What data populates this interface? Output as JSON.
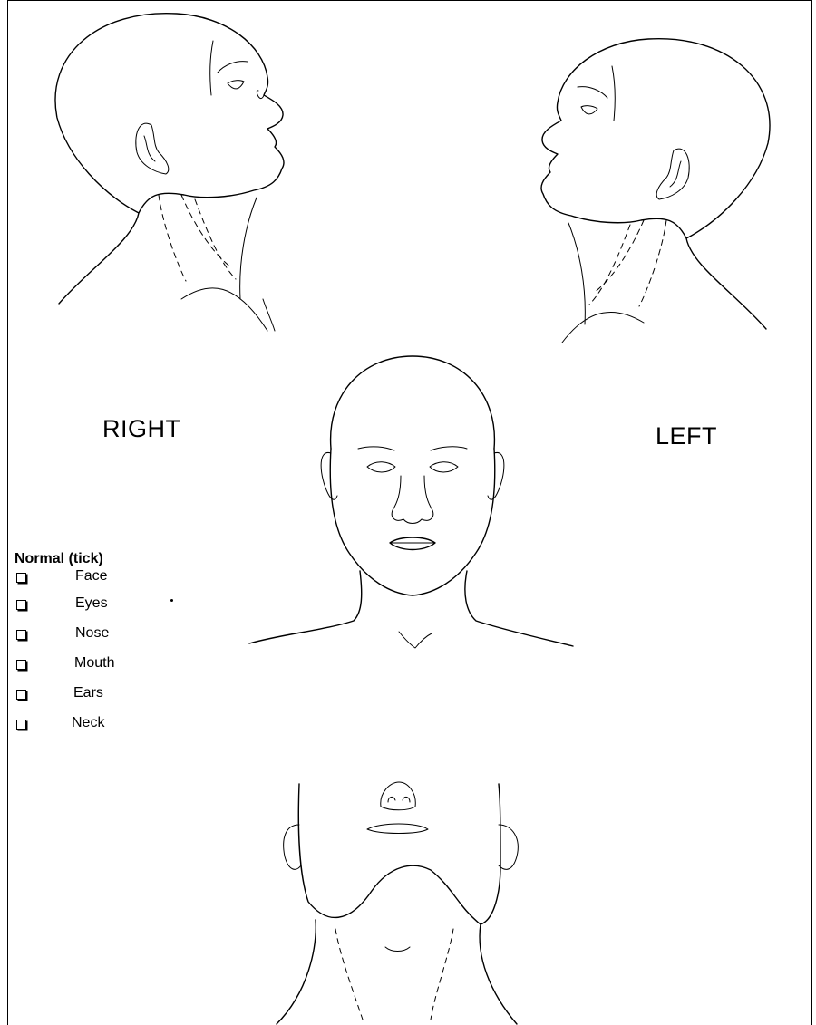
{
  "labels": {
    "right": "RIGHT",
    "left": "LEFT"
  },
  "checklist": {
    "title": "Normal (tick)",
    "items": [
      {
        "label": "Face",
        "checked": false
      },
      {
        "label": "Eyes",
        "checked": false
      },
      {
        "label": "Nose",
        "checked": false
      },
      {
        "label": "Mouth",
        "checked": false
      },
      {
        "label": "Ears",
        "checked": false
      },
      {
        "label": "Neck",
        "checked": false
      }
    ]
  }
}
